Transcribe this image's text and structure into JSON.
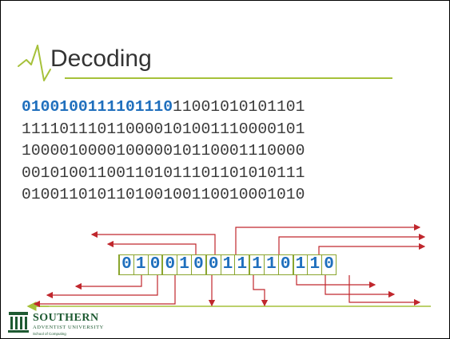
{
  "slide": {
    "title": "Decoding",
    "binary": {
      "line1_highlight": "0100100111101110",
      "line1_rest": "11001010101101",
      "line2": "111101110110000101001110000101",
      "line3": "100001000010000010110001110000",
      "line4": "001010011001101011101101010111",
      "line5": "010011010110100100110010001010"
    },
    "decoded_bits": [
      "0",
      "1",
      "0",
      "0",
      "1",
      "0",
      "0",
      "1",
      "1",
      "1",
      "1",
      "0",
      "1",
      "1",
      "0"
    ],
    "colors": {
      "bits_blue": "#1f6fbd",
      "accent_green": "#a6c13a",
      "arrow_red": "#c0272d",
      "text_gray": "#3a3a3a"
    },
    "logo": {
      "name": "SOUTHERN",
      "subtitle": "ADVENTIST UNIVERSITY",
      "department": "School of Computing",
      "icon": "columns-building-icon"
    }
  }
}
